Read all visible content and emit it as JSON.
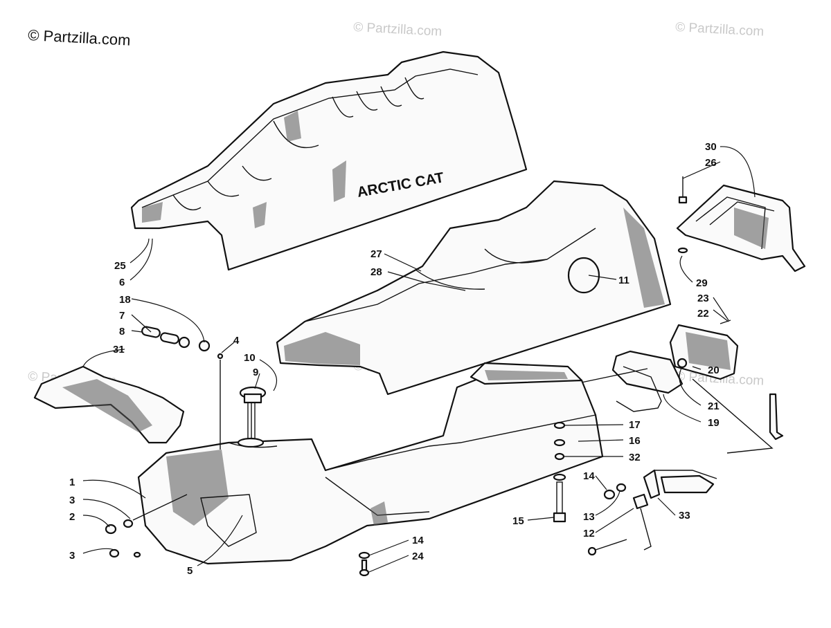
{
  "watermarks": {
    "main": "© Partzilla.com",
    "faint": "© Partzilla.com"
  },
  "seat_branding": "ARCTIC CAT",
  "callouts": {
    "c1": "1",
    "c2": "2",
    "c3a": "3",
    "c3b": "3",
    "c4": "4",
    "c5": "5",
    "c6": "6",
    "c7": "7",
    "c8": "8",
    "c9": "9",
    "c10": "10",
    "c11": "11",
    "c12": "12",
    "c13": "13",
    "c14a": "14",
    "c14b": "14",
    "c15": "15",
    "c16": "16",
    "c17": "17",
    "c18": "18",
    "c19": "19",
    "c20": "20",
    "c21": "21",
    "c22": "22",
    "c23": "23",
    "c24": "24",
    "c25": "25",
    "c26": "26",
    "c27": "27",
    "c28": "28",
    "c29": "29",
    "c30": "30",
    "c31": "31",
    "c32": "32",
    "c33": "33"
  }
}
